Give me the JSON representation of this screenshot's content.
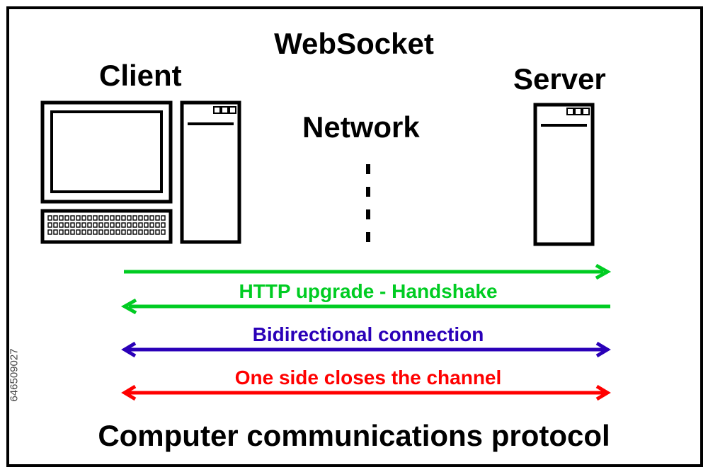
{
  "diagram": {
    "title": "WebSocket",
    "client_label": "Client",
    "server_label": "Server",
    "network_label": "Network",
    "footer": "Computer communications protocol",
    "messages": [
      {
        "text": "HTTP upgrade - Handshake",
        "color": "#00cc22"
      },
      {
        "text": "Bidirectional connection",
        "color": "#2a00b8"
      },
      {
        "text": "One side closes the channel",
        "color": "#ff0000"
      }
    ],
    "watermark": "646509027"
  }
}
